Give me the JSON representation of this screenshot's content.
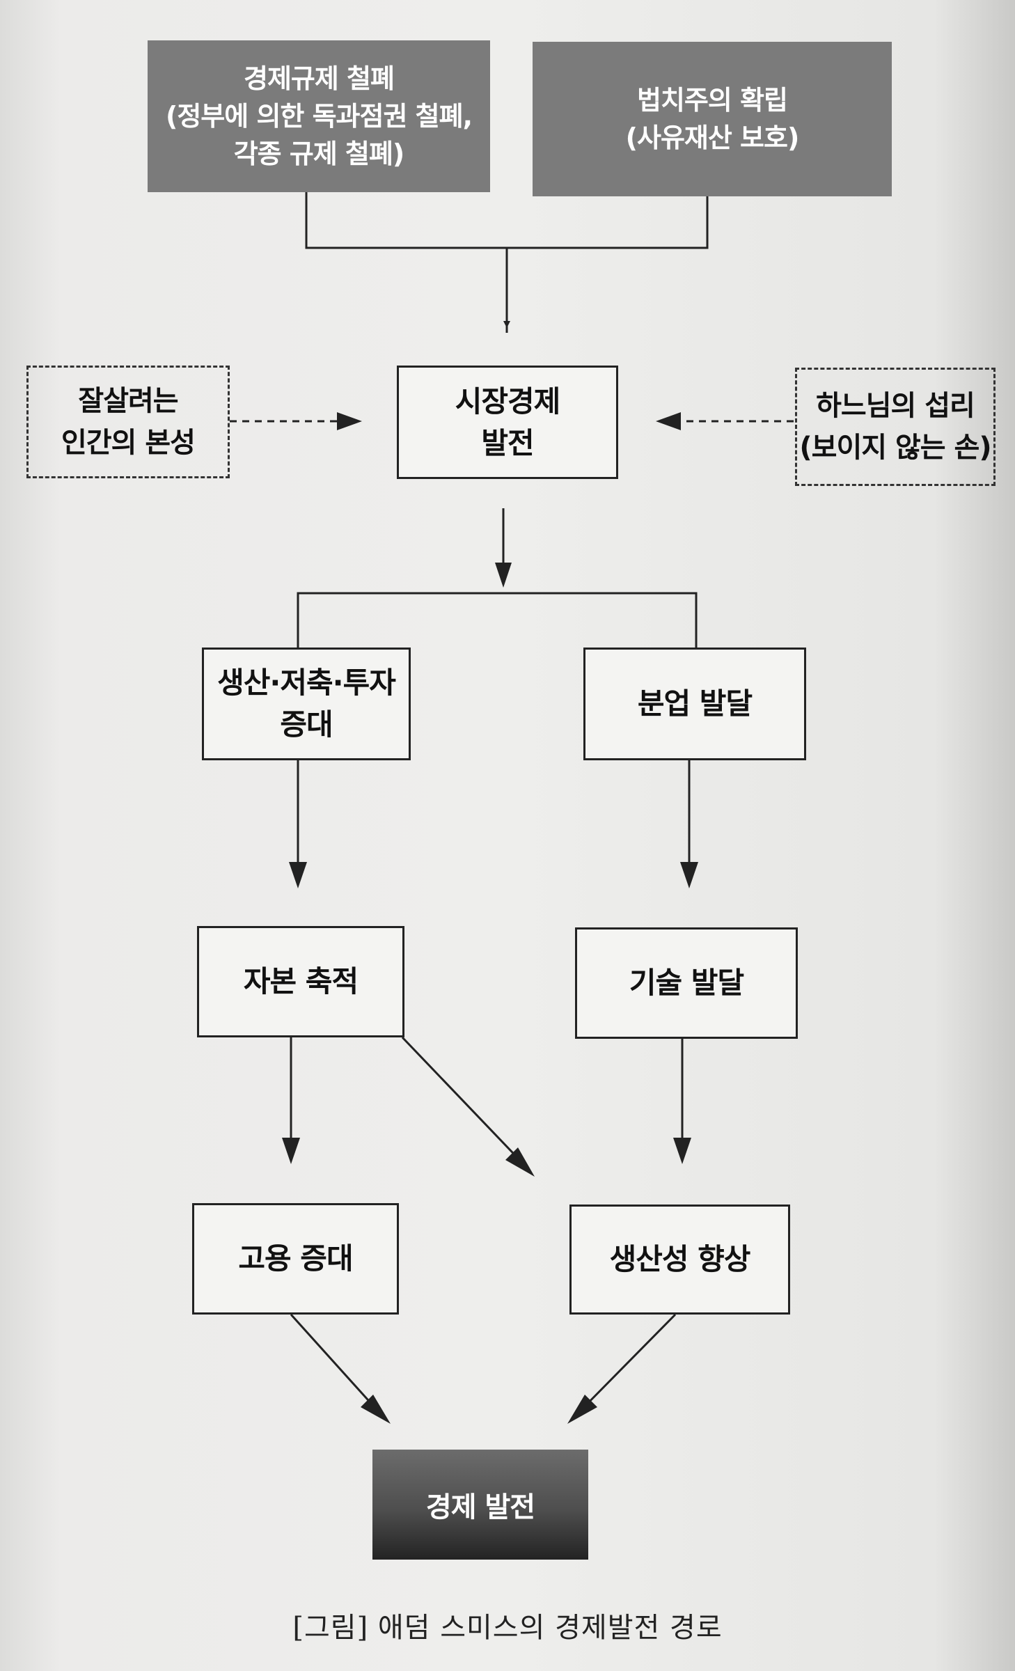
{
  "nodes": {
    "deregulation": {
      "lines": [
        "경제규제 철폐",
        "(정부에 의한 독과점권 철폐,",
        "각종 규제 철폐)"
      ]
    },
    "rule_of_law": {
      "lines": [
        "법치주의 확립",
        "(사유재산 보호)"
      ]
    },
    "human_nature": {
      "lines": [
        "잘살려는",
        "인간의 본성"
      ]
    },
    "market_economy": {
      "lines": [
        "시장경제",
        "발전"
      ]
    },
    "providence": {
      "lines": [
        "하느님의 섭리",
        "(보이지 않는 손)"
      ]
    },
    "production_increase": {
      "lines": [
        "생산·저축·투자",
        "증대"
      ]
    },
    "division_of_labor": {
      "lines": [
        "분업 발달"
      ]
    },
    "capital_accumulation": {
      "lines": [
        "자본 축적"
      ]
    },
    "technology_development": {
      "lines": [
        "기술 발달"
      ]
    },
    "employment_increase": {
      "lines": [
        "고용 증대"
      ]
    },
    "productivity_improvement": {
      "lines": [
        "생산성 향상"
      ]
    },
    "economic_development": {
      "lines": [
        "경제 발전"
      ]
    }
  },
  "caption": "[그림] 애덤 스미스의 경제발전 경로",
  "colors": {
    "dark_box": "#7b7b7b",
    "final_box_top": "#6c6c6c",
    "final_box_bottom": "#232323",
    "line": "#222222",
    "page": "#e9e9e7"
  }
}
